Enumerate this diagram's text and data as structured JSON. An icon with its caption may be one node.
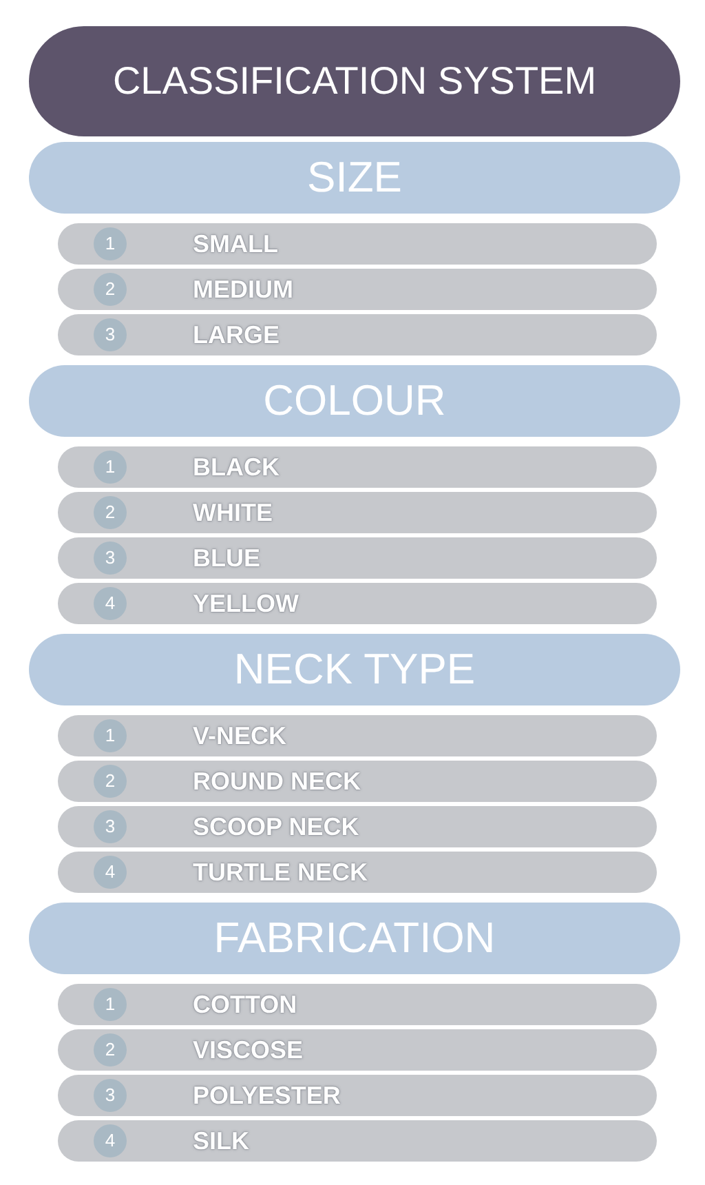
{
  "diagram": {
    "title": "CLASSIFICATION SYSTEM",
    "nodes": [
      {
        "text": [
          "SIZE"
        ]
      },
      {
        "text": [
          "SMALL"
        ]
      },
      {
        "text": [
          "1"
        ],
        "in": 1
      },
      {
        "text": [
          "MEDIUM"
        ]
      },
      {
        "text": [
          "2"
        ],
        "in": 3
      },
      {
        "text": [
          "LARGE"
        ]
      },
      {
        "text": [
          "3"
        ],
        "in": 5
      },
      {
        "text": [
          "COLOUR"
        ]
      },
      {
        "text": [
          "BLACK"
        ]
      },
      {
        "text": [
          "1"
        ],
        "in": 8
      },
      {
        "text": [
          "WHITE"
        ]
      },
      {
        "text": [
          "2"
        ],
        "in": 10
      },
      {
        "text": [
          "BLUE"
        ]
      },
      {
        "text": [
          "3"
        ],
        "in": 12
      },
      {
        "text": [
          "YELLOW"
        ]
      },
      {
        "text": [
          "4"
        ],
        "in": 14
      },
      {
        "text": [
          "NECK TYPE"
        ]
      },
      {
        "text": [
          "V-NECK"
        ]
      },
      {
        "text": [
          "1"
        ],
        "in": 17
      },
      {
        "text": [
          "ROUND NECK"
        ]
      },
      {
        "text": [
          "2"
        ],
        "in": 19
      },
      {
        "text": [
          "SCOOP NECK"
        ]
      },
      {
        "text": [
          "3"
        ],
        "in": 21
      },
      {
        "text": [
          "TURTLE NECK"
        ]
      },
      {
        "text": [
          "4"
        ],
        "in": 23
      },
      {
        "text": [
          "FABRICATION"
        ]
      },
      {
        "text": [
          "COTTON"
        ]
      },
      {
        "text": [
          "1"
        ],
        "in": 26
      },
      {
        "text": [
          "VISCOSE"
        ]
      },
      {
        "text": [
          "2"
        ],
        "in": 28
      },
      {
        "text": [
          "POLYESTER"
        ]
      },
      {
        "text": [
          "3"
        ],
        "in": 30
      },
      {
        "text": [
          "SILK"
        ]
      },
      {
        "text": [
          "4"
        ],
        "in": 32
      }
    ]
  }
}
